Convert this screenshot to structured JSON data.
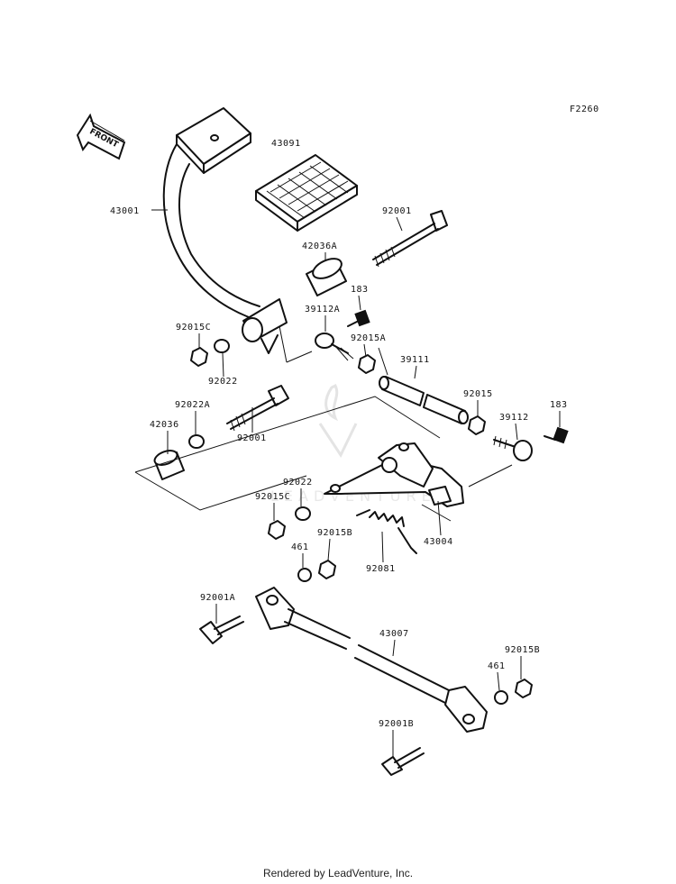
{
  "figure_code": "F2260",
  "front_label": "FRONT",
  "watermark_text": "LEADVENTURE",
  "footer_text": "Rendered by LeadVenture, Inc.",
  "callouts": {
    "c43091": "43091",
    "c43001": "43001",
    "c92001_top": "92001",
    "c42036A": "42036A",
    "c183_top": "183",
    "c39112A": "39112A",
    "c92015A": "92015A",
    "c92015C_top": "92015C",
    "c92022_top": "92022",
    "c39111": "39111",
    "c92015": "92015",
    "c183_right": "183",
    "c39112": "39112",
    "c92022A": "92022A",
    "c42036": "42036",
    "c92001_mid": "92001",
    "c92022_mid": "92022",
    "c92015C_mid": "92015C",
    "c43004": "43004",
    "c461_mid": "461",
    "c92015B_mid": "92015B",
    "c92081": "92081",
    "c92001A": "92001A",
    "c43007": "43007",
    "c92015B_right": "92015B",
    "c461_right": "461",
    "c92001B": "92001B"
  }
}
